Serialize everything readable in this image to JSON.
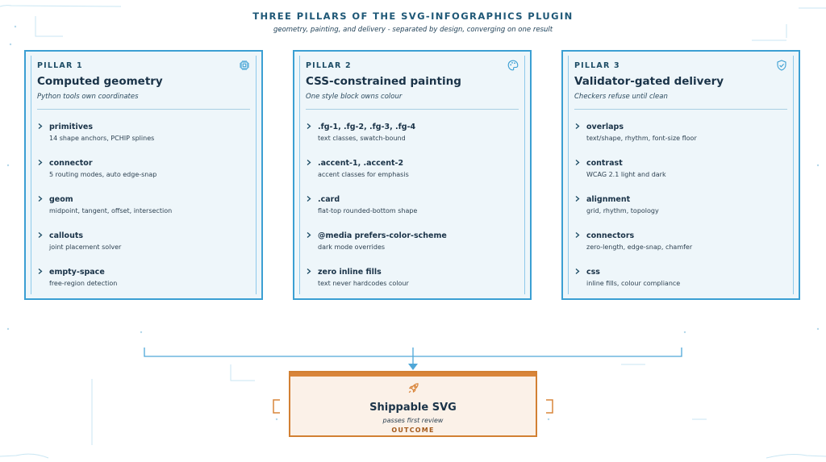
{
  "header": {
    "title": "THREE PILLARS OF THE SVG-INFOGRAPHICS PLUGIN",
    "subtitle": "geometry, painting, and delivery - separated by design, converging on one result"
  },
  "pillars": [
    {
      "number": "PILLAR 1",
      "icon": "chip-icon",
      "title": "Computed geometry",
      "tagline": "Python tools own coordinates",
      "items": [
        {
          "name": "primitives",
          "desc": "14 shape anchors, PCHIP splines"
        },
        {
          "name": "connector",
          "desc": "5 routing modes, auto edge-snap"
        },
        {
          "name": "geom",
          "desc": "midpoint, tangent, offset, intersection"
        },
        {
          "name": "callouts",
          "desc": "joint placement solver"
        },
        {
          "name": "empty-space",
          "desc": "free-region detection"
        }
      ]
    },
    {
      "number": "PILLAR 2",
      "icon": "palette-icon",
      "title": "CSS-constrained painting",
      "tagline": "One style block owns colour",
      "items": [
        {
          "name": ".fg-1, .fg-2, .fg-3, .fg-4",
          "desc": "text classes, swatch-bound"
        },
        {
          "name": ".accent-1, .accent-2",
          "desc": "accent classes for emphasis"
        },
        {
          "name": ".card",
          "desc": "flat-top rounded-bottom shape"
        },
        {
          "name": "@media prefers-color-scheme",
          "desc": "dark mode overrides"
        },
        {
          "name": "zero inline fills",
          "desc": "text never hardcodes colour"
        }
      ]
    },
    {
      "number": "PILLAR 3",
      "icon": "shield-check-icon",
      "title": "Validator-gated delivery",
      "tagline": "Checkers refuse until clean",
      "items": [
        {
          "name": "overlaps",
          "desc": "text/shape, rhythm, font-size floor"
        },
        {
          "name": "contrast",
          "desc": "WCAG 2.1 light and dark"
        },
        {
          "name": "alignment",
          "desc": "grid, rhythm, topology"
        },
        {
          "name": "connectors",
          "desc": "zero-length, edge-snap, chamfer"
        },
        {
          "name": "css",
          "desc": "inline fills, colour compliance"
        }
      ]
    }
  ],
  "outcome": {
    "icon": "rocket-icon",
    "title": "Shippable SVG",
    "subtitle": "passes first review",
    "label": "OUTCOME"
  },
  "colors": {
    "pillar_border": "#3b9fd3",
    "pillar_fill": "#eef6fa",
    "connector": "#4fa7d8",
    "outcome_border": "#d28033",
    "outcome_fill": "#fbf1e8",
    "title_text": "#1f5877"
  }
}
